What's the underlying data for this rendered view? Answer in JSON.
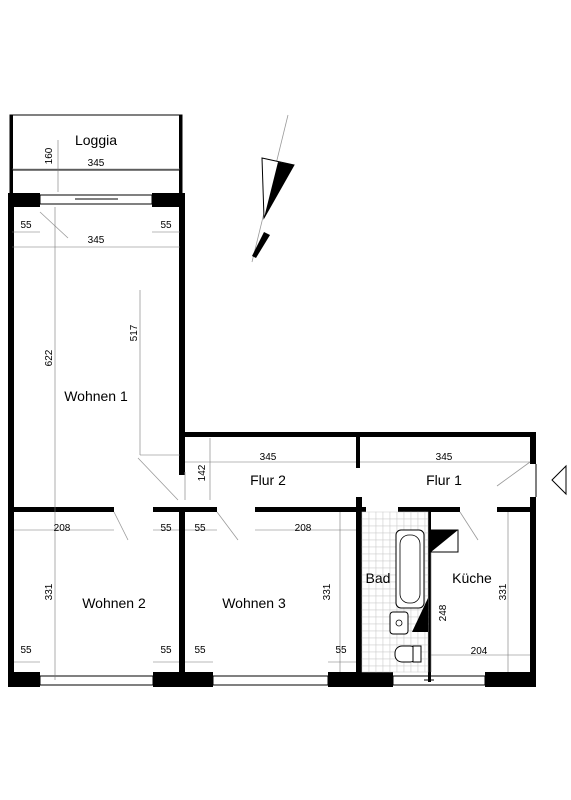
{
  "rooms": {
    "loggia": "Loggia",
    "wohnen1": "Wohnen 1",
    "wohnen2": "Wohnen 2",
    "wohnen3": "Wohnen 3",
    "flur2": "Flur 2",
    "flur1": "Flur 1",
    "bad": "Bad",
    "kueche": "Küche"
  },
  "dimensions": {
    "loggia_height": "160",
    "loggia_width": "345",
    "w1_door_left": "55",
    "w1_door_right": "55",
    "w1_width": "345",
    "w1_height_full": "622",
    "w1_height_inner": "517",
    "flur2_height": "142",
    "flur2_width": "345",
    "flur1_width": "345",
    "w2_width": "208",
    "w2_door": "55",
    "w2_height": "331",
    "w2_win_left": "55",
    "w2_win_right": "55",
    "w3_door": "55",
    "w3_width": "208",
    "w3_height": "331",
    "w3_win_left": "55",
    "w3_win_right": "55",
    "bad_height": "248",
    "kueche_height": "331",
    "kueche_width": "204"
  },
  "colors": {
    "wall": "#000000",
    "dimension": "#777777",
    "tile": "#cccccc"
  },
  "icons": {
    "north_arrow": "north-arrow-icon",
    "entrance": "entrance-arrow-icon"
  }
}
